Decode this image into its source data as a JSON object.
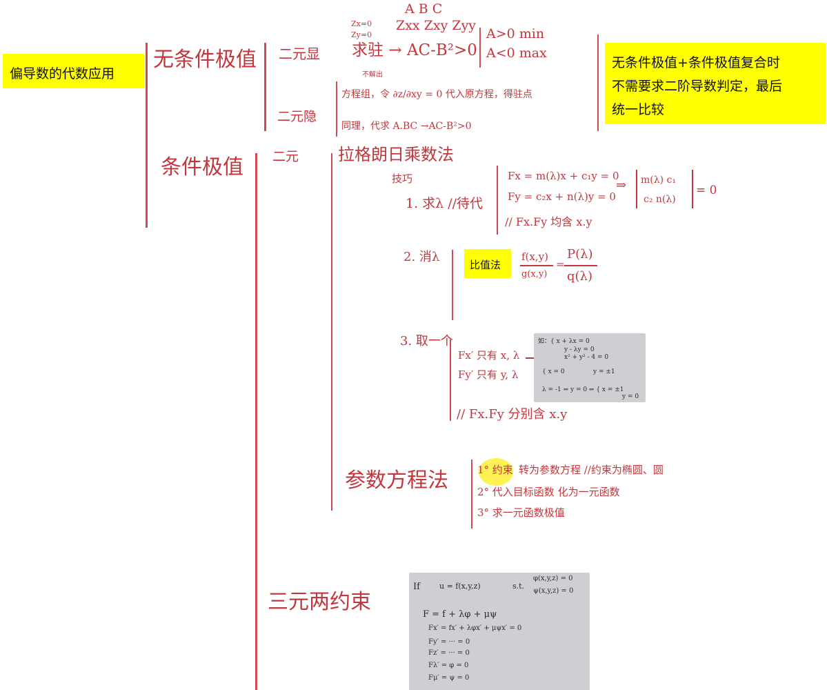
{
  "colors": {
    "ink": "#c2363c",
    "highlight": "#ffff00",
    "photo_bg": "#cfcfd3"
  },
  "root": {
    "title": "偏导数的代数应用"
  },
  "note": {
    "line1": "无条件极值+条件极值复合时",
    "line2": "不需要求二阶导数判定，最后",
    "line3": "统一比较"
  },
  "unconditional": {
    "title": "无条件极值",
    "abc": "A  B  C",
    "zx_eq": "Zx=0",
    "zy_eq": "Zy=0",
    "second_partials": "Zxx Zxy Zyy",
    "two_var_label": "二元显",
    "two_var_step": "求驻 → AC-B²>0",
    "a_pos": "A>0  min",
    "a_neg": "A<0  max",
    "implicit_label": "二元隐",
    "implicit_note": "不解出",
    "implicit_step1": "方程组，令 ∂z/∂xy = 0  代入原方程，得驻点",
    "implicit_step2": "同理，代求 A.BC →AC-B²>0"
  },
  "conditional": {
    "title": "条件极值",
    "two_var": "二元",
    "lagrange_title": "拉格朗日乘数法",
    "tips_label": "技巧",
    "step1": "1. 求λ  //待代",
    "fx_eq": "Fx = m(λ)x + c₁y = 0",
    "fy_eq": "Fy = c₂x + n(λ)y = 0",
    "det_arrow": "⇒",
    "det_row1": "m(λ)  c₁",
    "det_row2": "c₂  n(λ)",
    "det_eq": "= 0",
    "step1_note": "// Fx.Fy 均含 x.y",
    "step2": "2. 消λ",
    "ratio_method": "比值法",
    "ratio_num_left": "f(x,y)",
    "ratio_den_left": "g(x,y)",
    "ratio_eq": "=",
    "ratio_num_right": "P(λ)",
    "ratio_den_right": "q(λ)",
    "step3": "3. 取一个",
    "fx_only": "Fx′ 只有 x, λ",
    "fy_only": "Fy′ 只有 y, λ",
    "step3_note": "// Fx.Fy 分别含 x.y",
    "photo1_text1": "如：{ x + λx = 0",
    "photo1_text2": "y - λy = 0",
    "photo1_text3": "x² + y² - 4 = 0",
    "photo1_text4": "{ x = 0",
    "photo1_text5": "y = ±1",
    "photo1_text6": "λ = -1 ⇒ y = 0 ⇒ { x = ±1",
    "photo1_text7": "y = 0",
    "param_title": "参数方程法",
    "param_step1a": "1° 约束",
    "param_step1b": "转为参数方程 //约束为椭圆、圆",
    "param_step2": "2° 代入目标函数  化为一元函数",
    "param_step3": "3° 求一元函数极值"
  },
  "three_var": {
    "title": "三元两约束",
    "photo2_if": "If",
    "photo2_u": "u = f(x,y,z)",
    "photo2_st": "s.t.",
    "photo2_c1": "φ(x,y,z) = 0",
    "photo2_c2": "ψ(x,y,z) = 0",
    "photo2_F": "F = f + λφ + μψ",
    "photo2_fx": "Fx′ = fx′ + λφx′ + μψx′ = 0",
    "photo2_fy": "Fy′ = ···  = 0",
    "photo2_fz": "Fz′ = ···  = 0",
    "photo2_fl": "Fλ′ = φ  = 0",
    "photo2_fm": "Fμ′ = ψ  = 0"
  }
}
